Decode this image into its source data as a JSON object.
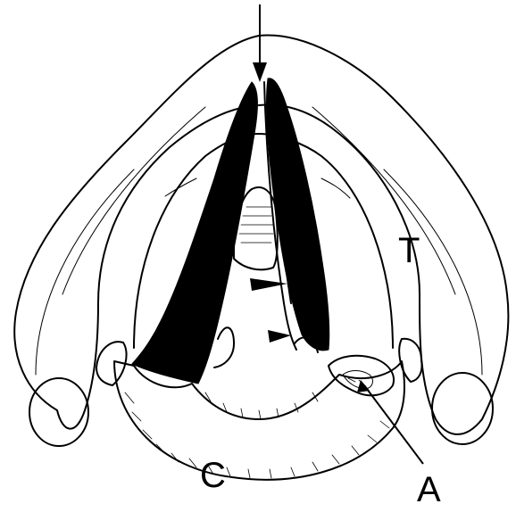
{
  "figure": {
    "labels": {
      "T": "T",
      "C": "C",
      "A": "A"
    },
    "colors": {
      "ink": "#000000",
      "paper": "#ffffff"
    }
  }
}
